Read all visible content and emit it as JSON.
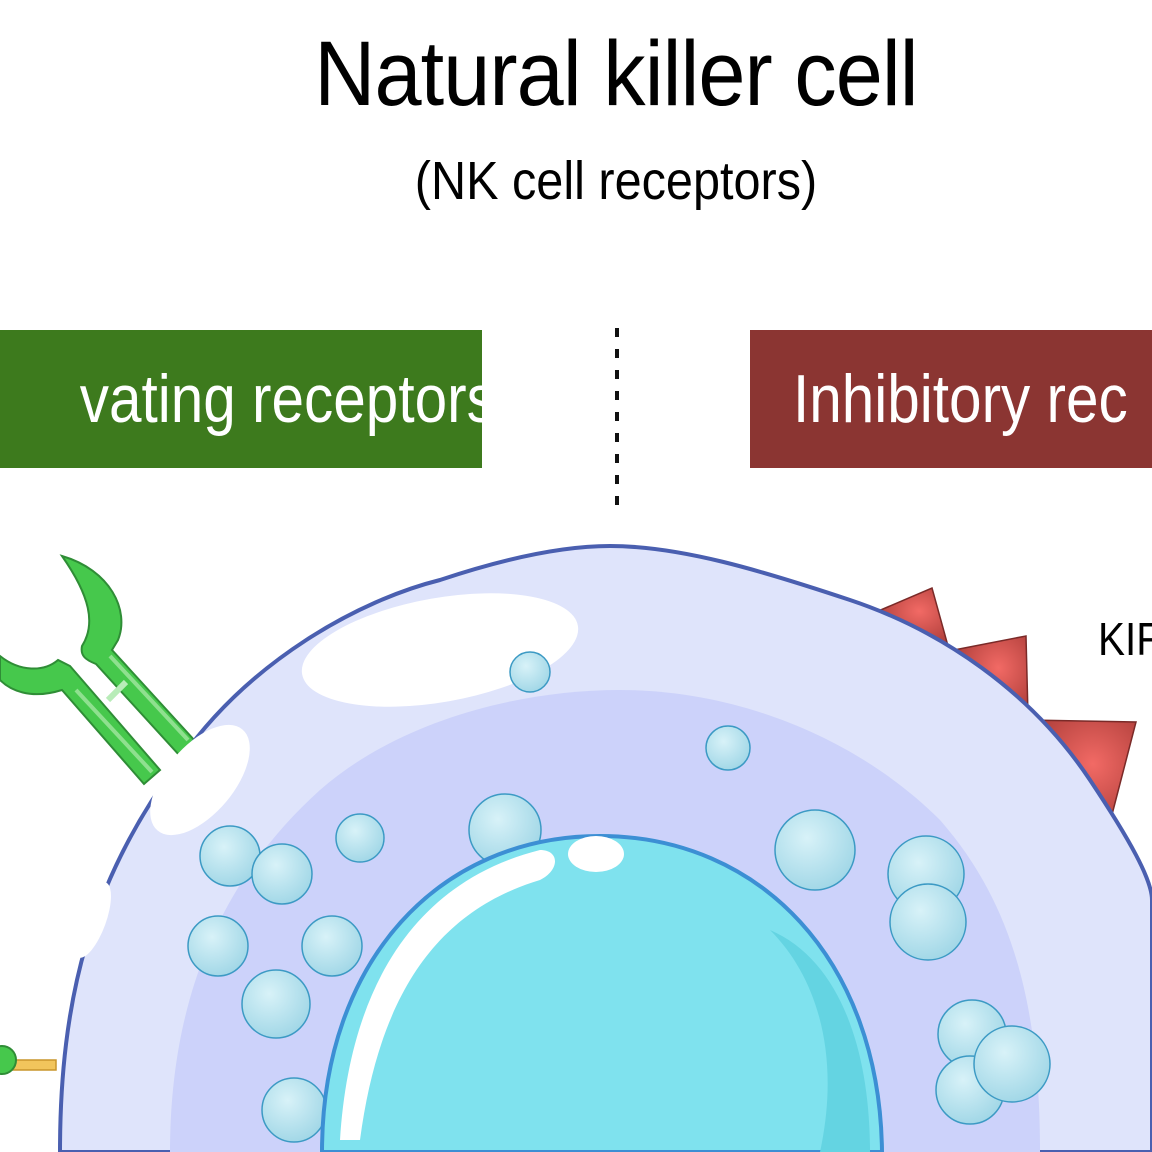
{
  "title": "Natural killer cell",
  "subtitle": "(NK cell receptors)",
  "banners": {
    "activating": {
      "label": "vating receptors",
      "color": "#3d7a1d"
    },
    "inhibitory": {
      "label": "Inhibitory rec",
      "color": "#8b3532"
    }
  },
  "labels": {
    "kir": "KIR"
  },
  "colors": {
    "cell_outline": "#4a5fb0",
    "cytoplasm": "#dfe4fb",
    "nucleus": "#7fe2ee",
    "receptor_green": "#46c84c",
    "kir_red": "#e05a56",
    "granule": "#a6dcea"
  }
}
